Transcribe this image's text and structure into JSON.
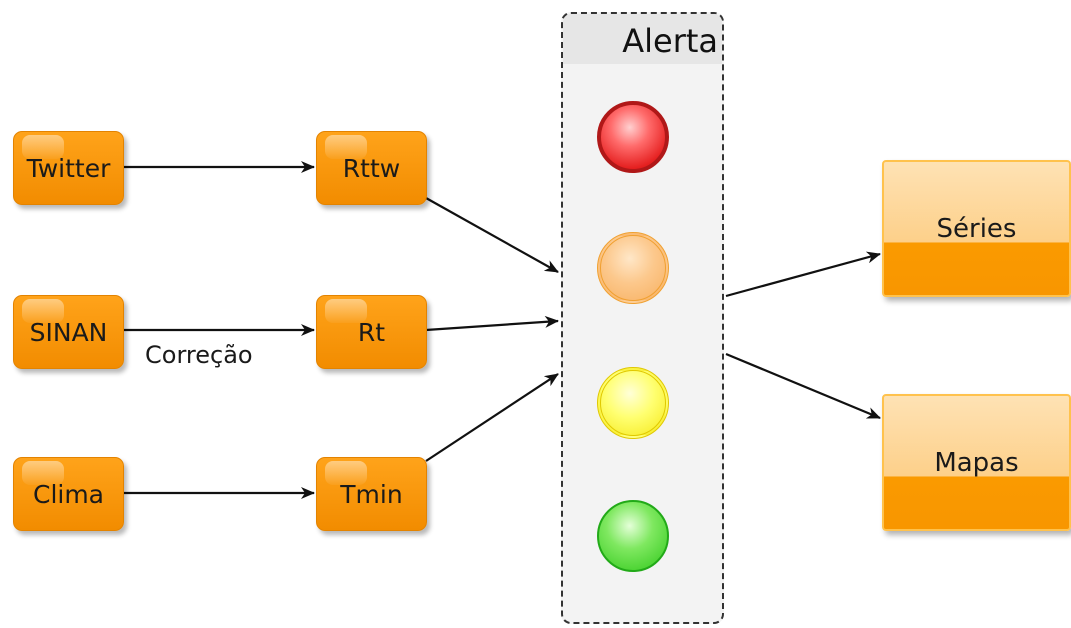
{
  "sources": [
    {
      "id": "twitter",
      "label": "Twitter"
    },
    {
      "id": "sinan",
      "label": "SINAN"
    },
    {
      "id": "clima",
      "label": "Clima"
    }
  ],
  "indicators": [
    {
      "id": "rttw",
      "label": "Rttw"
    },
    {
      "id": "rt",
      "label": "Rt"
    },
    {
      "id": "tmin",
      "label": "Tmin"
    }
  ],
  "edge_labels": {
    "sinan_to_rt": "Correção"
  },
  "alert": {
    "title": "Alerta",
    "levels": [
      {
        "name": "red",
        "color": "#e52020"
      },
      {
        "name": "orange",
        "color": "#f8b060"
      },
      {
        "name": "yellow",
        "color": "#f5e81a"
      },
      {
        "name": "green",
        "color": "#2fc81a"
      }
    ]
  },
  "outputs": [
    {
      "id": "series",
      "label": "Séries"
    },
    {
      "id": "mapas",
      "label": "Mapas"
    }
  ],
  "colors": {
    "node_orange": "#f28c00",
    "arrow": "#111111"
  }
}
